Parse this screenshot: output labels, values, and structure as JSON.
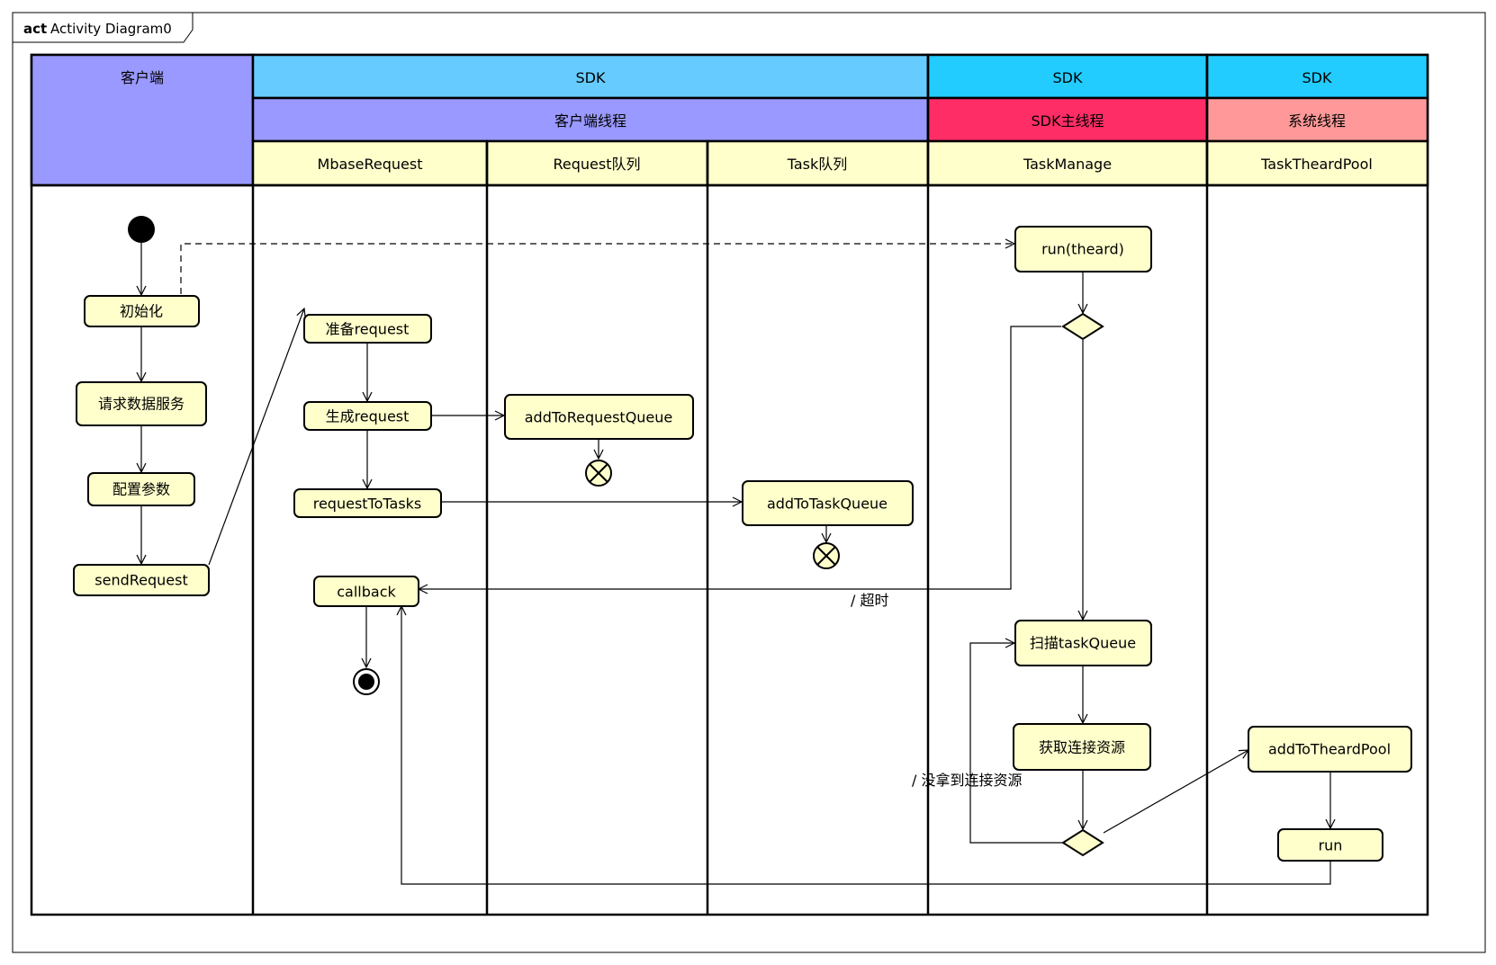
{
  "frame": {
    "keyword": "act",
    "title": "Activity Diagram0"
  },
  "colors": {
    "client_header": "#9999ff",
    "sdk_header": "#66ccff",
    "sdk_header_alt": "#22ccff",
    "client_thread": "#9999ff",
    "main_thread": "#ff2d66",
    "system_thread": "#ff9999",
    "lane_header": "#ffffcc",
    "node_fill": "#ffffcc",
    "line": "#000000"
  },
  "headers": {
    "client": "客户端",
    "sdk_1": "SDK",
    "sdk_2": "SDK",
    "sdk_3": "SDK",
    "thread_client": "客户端线程",
    "thread_main": "SDK主线程",
    "thread_system": "系统线程"
  },
  "lanes": {
    "mbase_request": "MbaseRequest",
    "request_queue": "Request队列",
    "task_queue": "Task队列",
    "task_manage": "TaskManage",
    "task_theard_pool": "TaskTheardPool"
  },
  "nodes": {
    "init": "初始化",
    "request_data_service": "请求数据服务",
    "config_params": "配置参数",
    "send_request": "sendRequest",
    "prepare_request": "准备request",
    "generate_request": "生成request",
    "request_to_tasks": "requestToTasks",
    "callback": "callback",
    "add_to_request_queue": "addToRequestQueue",
    "add_to_task_queue": "addToTaskQueue",
    "run_theard": "run(theard)",
    "scan_task_queue": "扫描taskQueue",
    "get_connection": "获取连接资源",
    "add_to_theard_pool": "addToTheardPool",
    "run": "run"
  },
  "guards": {
    "timeout": "/ 超时",
    "no_connection": "/ 没拿到连接资源"
  }
}
